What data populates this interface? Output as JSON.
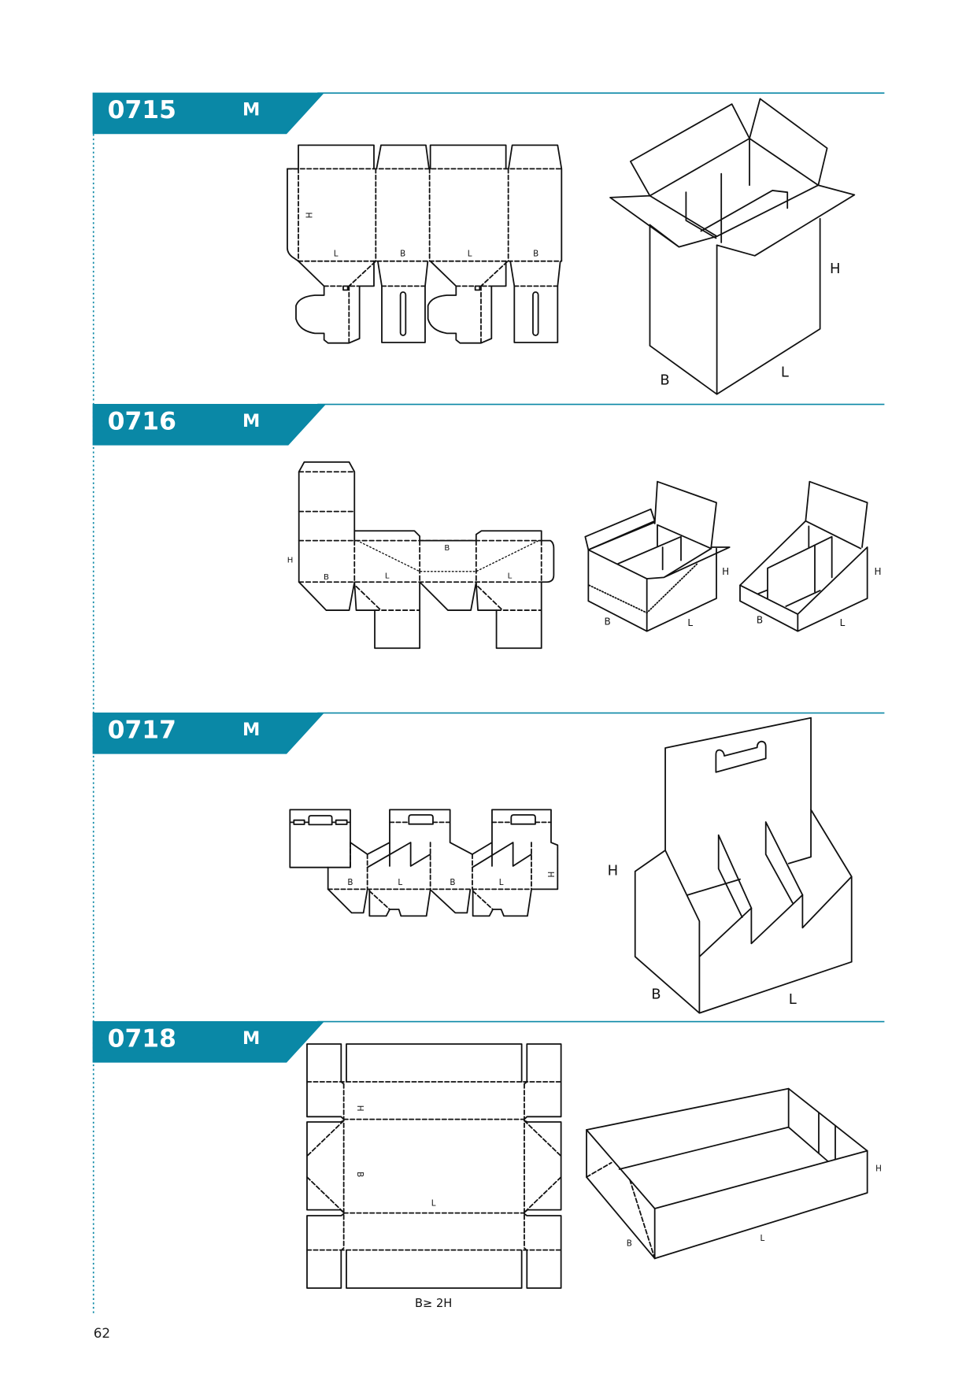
{
  "accent": "#0a88a6",
  "page_number": "62",
  "sections": [
    {
      "code": "0715",
      "grade": "M",
      "dieline_labels": [
        "H",
        "L",
        "B",
        "L",
        "B"
      ],
      "view_labels": [
        "H",
        "B",
        "L"
      ]
    },
    {
      "code": "0716",
      "grade": "M",
      "dieline_labels": [
        "H",
        "B",
        "L",
        "B",
        "L"
      ],
      "view_labels": [
        "B",
        "L",
        "H",
        "B",
        "L",
        "H"
      ]
    },
    {
      "code": "0717",
      "grade": "M",
      "dieline_labels": [
        "B",
        "L",
        "B",
        "L",
        "H"
      ],
      "view_labels": [
        "H",
        "B",
        "L"
      ]
    },
    {
      "code": "0718",
      "grade": "M",
      "dieline_labels": [
        "H",
        "B",
        "L"
      ],
      "dieline_note": "B≥ 2H",
      "view_labels": [
        "B",
        "L",
        "H"
      ]
    }
  ]
}
